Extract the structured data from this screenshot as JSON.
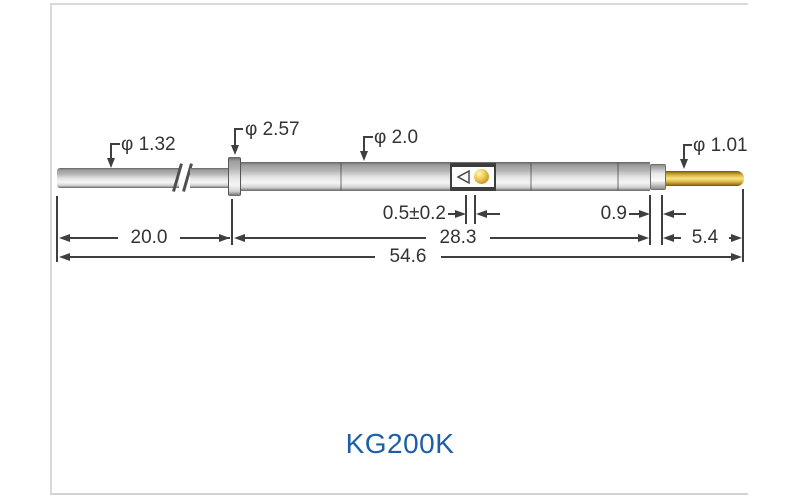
{
  "model_label": "KG200K",
  "dims": {
    "dia_receptacle_tube": "φ 1.32",
    "dia_flange": "φ 2.57",
    "dia_barrel": "φ 2.0",
    "dia_plunger": "φ 1.01",
    "crimp_gap": "0.5±0.2",
    "neck_length": "0.9",
    "tube_length": "20.0",
    "barrel_length": "28.3",
    "plunger_length": "5.4",
    "total_length": "54.6"
  },
  "colors": {
    "title_blue": "#1c5fa8",
    "line": "#3f3f3f",
    "gold": "#d9b23a",
    "frame_border": "#d9d9d9"
  }
}
